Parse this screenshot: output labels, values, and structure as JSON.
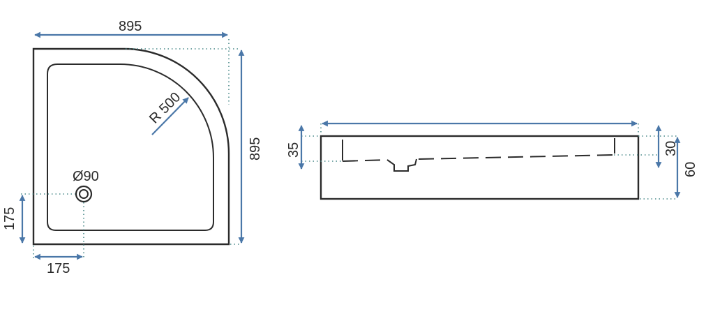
{
  "colors": {
    "outline": "#2b2b2b",
    "dimension": "#4a77a8",
    "extension": "#4a8a8a",
    "background": "#ffffff"
  },
  "top_view": {
    "width_label": "895",
    "depth_label": "895",
    "radius_label": "R 500",
    "drain_label": "Ø90",
    "drain_offset_x_label": "175",
    "drain_offset_y_label": "175"
  },
  "side_view": {
    "inner_depth_label": "35",
    "rim_label": "30",
    "height_label": "60"
  }
}
